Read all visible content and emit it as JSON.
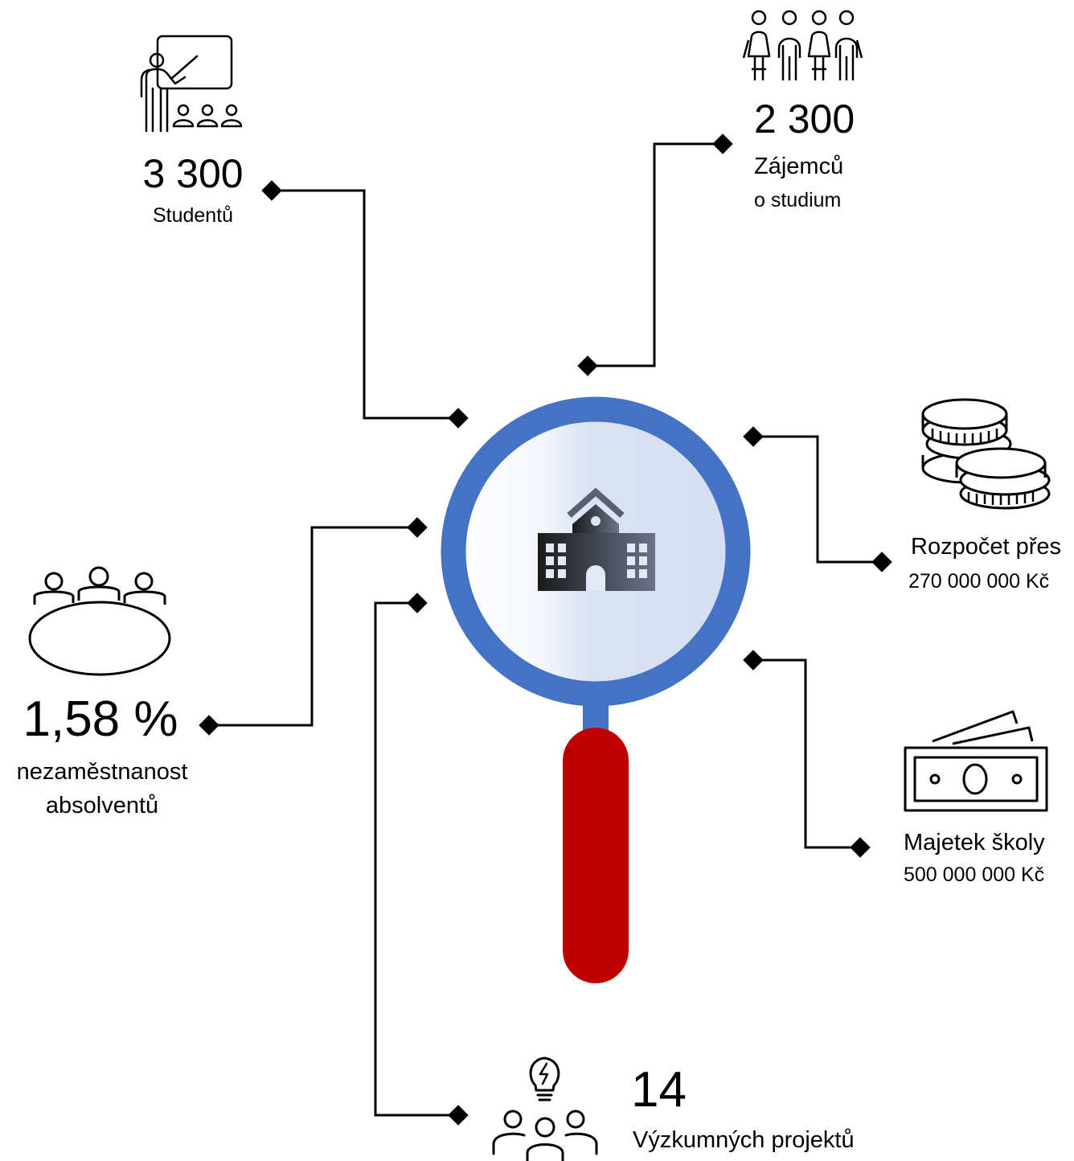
{
  "stats": {
    "students": {
      "value": "3 300",
      "label": "Studentů",
      "icon": "teacher-classroom-icon"
    },
    "applicants": {
      "value": "2 300",
      "label_line1": "Zájemců",
      "label_line2": "o studium",
      "icon": "group-of-people-icon"
    },
    "budget": {
      "label_line1": "Rozpočet přes",
      "label_line2": "270 000 000 Kč",
      "icon": "coin-stacks-icon"
    },
    "assets": {
      "label_line1": "Majetek školy",
      "label_line2": "500 000 000 Kč",
      "icon": "banknotes-icon"
    },
    "unemployment": {
      "value": "1,58 %",
      "label_line1": "nezaměstnanost",
      "label_line2": "absolventů",
      "icon": "meeting-table-icon"
    },
    "projects": {
      "value": "14",
      "label": "Výzkumných projektů",
      "icon": "team-idea-icon"
    }
  },
  "center": {
    "icon": "school-building-icon",
    "magnifier_icon": "magnifying-glass-icon"
  },
  "colors": {
    "magnifier_ring": "#4472C4",
    "magnifier_handle": "#C00000",
    "lens_fill": "#DAE1F4",
    "connector": "#000000"
  }
}
